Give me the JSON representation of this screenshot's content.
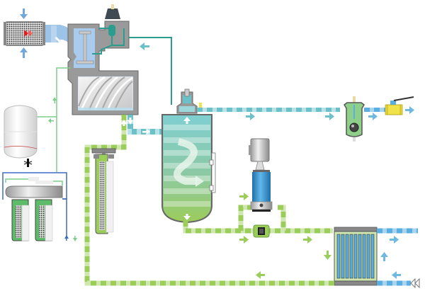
{
  "diagram": {
    "title": "",
    "type": "oil-injected screw compressor process flow",
    "components": [
      {
        "id": "intake-filter",
        "label": "",
        "icon": "air-filter-icon"
      },
      {
        "id": "inlet-valve",
        "label": "",
        "icon": "valve-icon"
      },
      {
        "id": "screw-element",
        "label": "",
        "icon": "screw-rotor-icon"
      },
      {
        "id": "oil-separator-vessel",
        "label": "",
        "icon": "separator-vessel-icon"
      },
      {
        "id": "minimum-pressure-valve",
        "label": "",
        "icon": "valve-icon"
      },
      {
        "id": "water-separator",
        "label": "",
        "icon": "drain-icon"
      },
      {
        "id": "outlet-ball-valve",
        "label": "",
        "icon": "ball-valve-icon"
      },
      {
        "id": "oil-filter",
        "label": "",
        "icon": "filter-icon"
      },
      {
        "id": "thermostatic-valve",
        "label": "",
        "icon": "thermostat-icon"
      },
      {
        "id": "oil-cooler",
        "label": "",
        "icon": "heat-exchanger-icon"
      },
      {
        "id": "pump-motor",
        "label": "",
        "icon": "motor-icon"
      },
      {
        "id": "expansion-tank",
        "label": "",
        "icon": "tank-icon"
      },
      {
        "id": "water-treatment-filters",
        "label": "",
        "icon": "filter-icon"
      }
    ],
    "flows": [
      {
        "id": "air-intake",
        "medium": "air"
      },
      {
        "id": "air-oil-mixture",
        "medium": "air-oil"
      },
      {
        "id": "compressed-air-out",
        "medium": "compressed-air"
      },
      {
        "id": "oil-circuit",
        "medium": "oil"
      },
      {
        "id": "cooling-water",
        "medium": "water"
      },
      {
        "id": "control-line",
        "medium": "control"
      }
    ],
    "colors": {
      "air": "#6fa8dc",
      "air_light": "#b7d4ee",
      "compressed_air": "#6cc0c8",
      "compressed_air_light": "#b8e2e5",
      "oil": "#9acd5a",
      "oil_light": "#cfe6ae",
      "water": "#5aaee0",
      "water_light": "#a9d4f0",
      "control": "#2a9d8f",
      "casing": "#8a8a8a",
      "casing_dark": "#555555",
      "motor_blue": "#2b88c8",
      "valve_yellow": "#f2e24a",
      "filter_green": "#5dbb6a",
      "arrow_red": "#e02020"
    }
  }
}
